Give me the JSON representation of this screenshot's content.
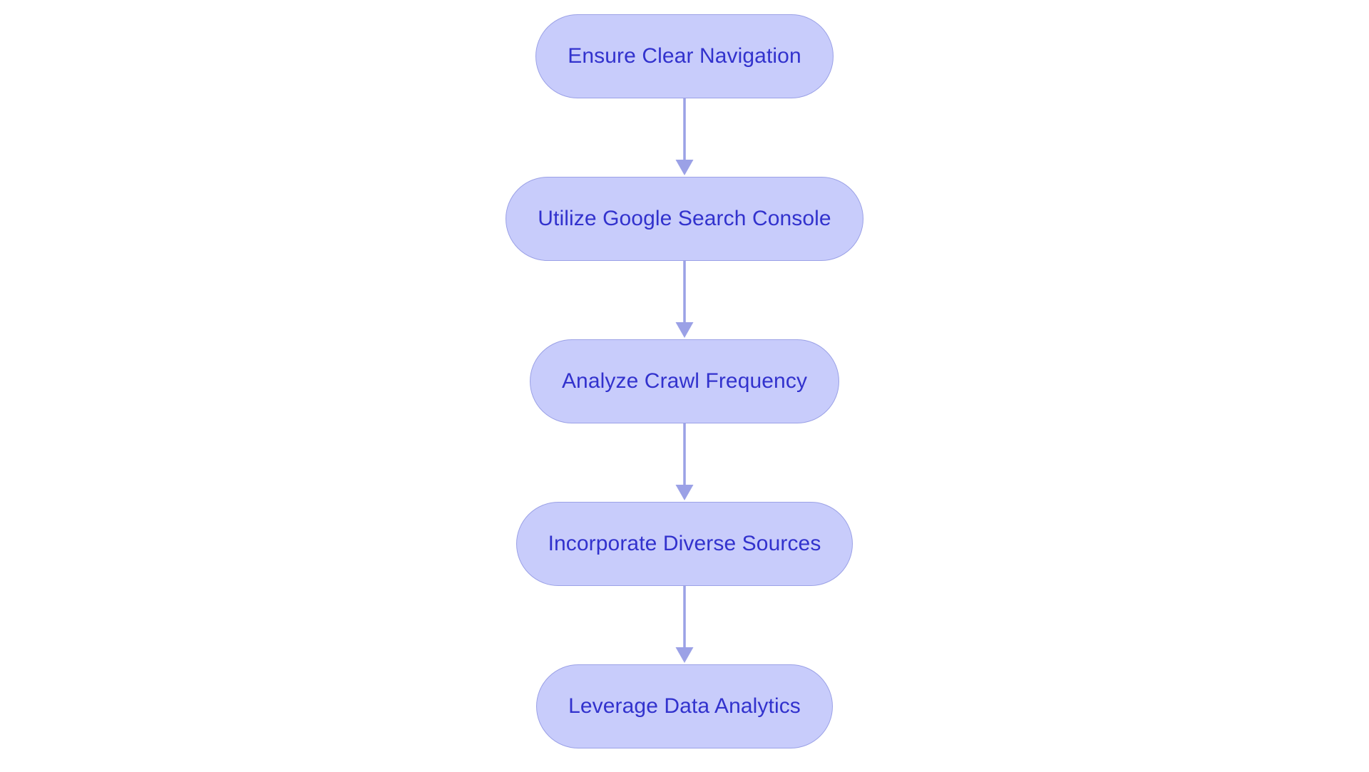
{
  "diagram": {
    "type": "flowchart",
    "orientation": "top-to-bottom",
    "background_color": "#ffffff",
    "node_fill_color": "#c8ccfb",
    "node_border_color": "#9ba1e6",
    "node_text_color": "#3232cd",
    "connector_color": "#9ba1e6",
    "nodes": [
      {
        "id": "node-1",
        "label": "Ensure Clear Navigation"
      },
      {
        "id": "node-2",
        "label": "Utilize Google Search Console"
      },
      {
        "id": "node-3",
        "label": "Analyze Crawl Frequency"
      },
      {
        "id": "node-4",
        "label": "Incorporate Diverse Sources"
      },
      {
        "id": "node-5",
        "label": "Leverage Data Analytics"
      }
    ],
    "edges": [
      {
        "id": "edge-1",
        "from": "node-1",
        "to": "node-2",
        "arrow": "down-arrow"
      },
      {
        "id": "edge-2",
        "from": "node-2",
        "to": "node-3",
        "arrow": "down-arrow"
      },
      {
        "id": "edge-3",
        "from": "node-3",
        "to": "node-4",
        "arrow": "down-arrow"
      },
      {
        "id": "edge-4",
        "from": "node-4",
        "to": "node-5",
        "arrow": "down-arrow"
      }
    ]
  }
}
